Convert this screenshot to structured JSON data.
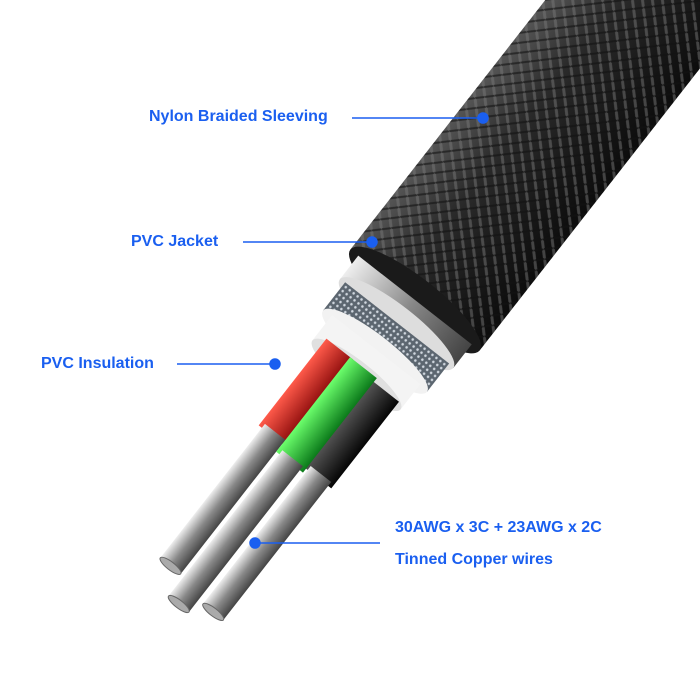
{
  "accent_color": "#1a5ff0",
  "labels": {
    "sleeving": "Nylon Braided Sleeving",
    "jacket": "PVC Jacket",
    "insulation": "PVC Insulation",
    "gauge": "30AWG x 3C + 23AWG x 2C",
    "wires": "Tinned Copper wires"
  }
}
